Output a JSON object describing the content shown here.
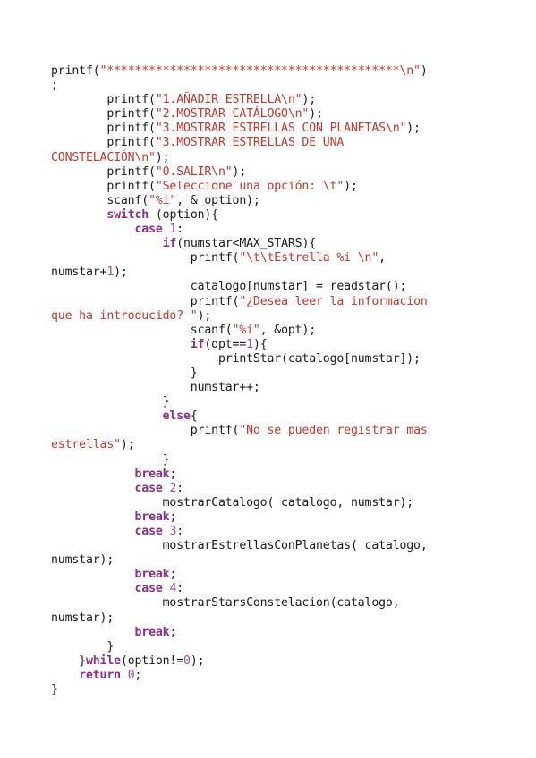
{
  "code_lines": [
    [
      {
        "t": "printf(",
        "c": "plain"
      },
      {
        "t": "\"******************************************\\n\"",
        "c": "str"
      },
      {
        "t": ")",
        "c": "plain"
      }
    ],
    [
      {
        "t": ";",
        "c": "plain"
      }
    ],
    [
      {
        "t": "        printf(",
        "c": "plain"
      },
      {
        "t": "\"1.AÑADIR ESTRELLA\\n\"",
        "c": "str"
      },
      {
        "t": ");",
        "c": "plain"
      }
    ],
    [
      {
        "t": "        printf(",
        "c": "plain"
      },
      {
        "t": "\"2.MOSTRAR CATÁLOGO\\n\"",
        "c": "str"
      },
      {
        "t": ");",
        "c": "plain"
      }
    ],
    [
      {
        "t": "        printf(",
        "c": "plain"
      },
      {
        "t": "\"3.MOSTRAR ESTRELLAS CON PLANETAS\\n\"",
        "c": "str"
      },
      {
        "t": ");",
        "c": "plain"
      }
    ],
    [
      {
        "t": "        printf(",
        "c": "plain"
      },
      {
        "t": "\"3.MOSTRAR ESTRELLAS DE UNA",
        "c": "str"
      }
    ],
    [
      {
        "t": "CONSTELACIÓN\\n\"",
        "c": "str"
      },
      {
        "t": ");",
        "c": "plain"
      }
    ],
    [
      {
        "t": "        printf(",
        "c": "plain"
      },
      {
        "t": "\"0.SALIR\\n\"",
        "c": "str"
      },
      {
        "t": ");",
        "c": "plain"
      }
    ],
    [
      {
        "t": "        printf(",
        "c": "plain"
      },
      {
        "t": "\"Seleccione una opción: \\t\"",
        "c": "str"
      },
      {
        "t": ");",
        "c": "plain"
      }
    ],
    [
      {
        "t": "        scanf(",
        "c": "plain"
      },
      {
        "t": "\"%i\"",
        "c": "str"
      },
      {
        "t": ", & option);",
        "c": "plain"
      }
    ],
    [
      {
        "t": "        ",
        "c": "plain"
      },
      {
        "t": "switch",
        "c": "kw"
      },
      {
        "t": " (option){",
        "c": "plain"
      }
    ],
    [
      {
        "t": "            ",
        "c": "plain"
      },
      {
        "t": "case",
        "c": "kw"
      },
      {
        "t": " ",
        "c": "plain"
      },
      {
        "t": "1",
        "c": "num"
      },
      {
        "t": ":",
        "c": "plain"
      }
    ],
    [
      {
        "t": "                ",
        "c": "plain"
      },
      {
        "t": "if",
        "c": "kw"
      },
      {
        "t": "(numstar<MAX_STARS){",
        "c": "plain"
      }
    ],
    [
      {
        "t": "                    printf(",
        "c": "plain"
      },
      {
        "t": "\"\\t\\tEstrella %i \\n\"",
        "c": "str"
      },
      {
        "t": ",",
        "c": "plain"
      }
    ],
    [
      {
        "t": "numstar+",
        "c": "plain"
      },
      {
        "t": "1",
        "c": "num"
      },
      {
        "t": ");",
        "c": "plain"
      }
    ],
    [
      {
        "t": "                    catalogo[numstar] = readstar();",
        "c": "plain"
      }
    ],
    [
      {
        "t": "                    printf(",
        "c": "plain"
      },
      {
        "t": "\"¿Desea leer la informacion",
        "c": "str"
      }
    ],
    [
      {
        "t": "que ha introducido? \"",
        "c": "str"
      },
      {
        "t": ");",
        "c": "plain"
      }
    ],
    [
      {
        "t": "                    scanf(",
        "c": "plain"
      },
      {
        "t": "\"%i\"",
        "c": "str"
      },
      {
        "t": ", &opt);",
        "c": "plain"
      }
    ],
    [
      {
        "t": "                    ",
        "c": "plain"
      },
      {
        "t": "if",
        "c": "kw"
      },
      {
        "t": "(opt==",
        "c": "plain"
      },
      {
        "t": "1",
        "c": "num"
      },
      {
        "t": "){",
        "c": "plain"
      }
    ],
    [
      {
        "t": "                        printStar(catalogo[numstar]);",
        "c": "plain"
      }
    ],
    [
      {
        "t": "                    }",
        "c": "plain"
      }
    ],
    [
      {
        "t": "                    numstar++;",
        "c": "plain"
      }
    ],
    [
      {
        "t": "                }",
        "c": "plain"
      }
    ],
    [
      {
        "t": "                ",
        "c": "plain"
      },
      {
        "t": "else",
        "c": "kw"
      },
      {
        "t": "{",
        "c": "plain"
      }
    ],
    [
      {
        "t": "                    printf(",
        "c": "plain"
      },
      {
        "t": "\"No se pueden registrar mas",
        "c": "str"
      }
    ],
    [
      {
        "t": "estrellas\"",
        "c": "str"
      },
      {
        "t": ");",
        "c": "plain"
      }
    ],
    [
      {
        "t": "                }",
        "c": "plain"
      }
    ],
    [
      {
        "t": "            ",
        "c": "plain"
      },
      {
        "t": "break",
        "c": "kw"
      },
      {
        "t": ";",
        "c": "plain"
      }
    ],
    [
      {
        "t": "            ",
        "c": "plain"
      },
      {
        "t": "case",
        "c": "kw"
      },
      {
        "t": " ",
        "c": "plain"
      },
      {
        "t": "2",
        "c": "num"
      },
      {
        "t": ":",
        "c": "plain"
      }
    ],
    [
      {
        "t": "                mostrarCatalogo( catalogo, numstar);",
        "c": "plain"
      }
    ],
    [
      {
        "t": "            ",
        "c": "plain"
      },
      {
        "t": "break",
        "c": "kw"
      },
      {
        "t": ";",
        "c": "plain"
      }
    ],
    [
      {
        "t": "            ",
        "c": "plain"
      },
      {
        "t": "case",
        "c": "kw"
      },
      {
        "t": " ",
        "c": "plain"
      },
      {
        "t": "3",
        "c": "num"
      },
      {
        "t": ":",
        "c": "plain"
      }
    ],
    [
      {
        "t": "                mostrarEstrellasConPlanetas( catalogo,",
        "c": "plain"
      }
    ],
    [
      {
        "t": "numstar);",
        "c": "plain"
      }
    ],
    [
      {
        "t": "            ",
        "c": "plain"
      },
      {
        "t": "break",
        "c": "kw"
      },
      {
        "t": ";",
        "c": "plain"
      }
    ],
    [
      {
        "t": "            ",
        "c": "plain"
      },
      {
        "t": "case",
        "c": "kw"
      },
      {
        "t": " ",
        "c": "plain"
      },
      {
        "t": "4",
        "c": "num"
      },
      {
        "t": ":",
        "c": "plain"
      }
    ],
    [
      {
        "t": "                mostrarStarsConstelacion(catalogo,",
        "c": "plain"
      }
    ],
    [
      {
        "t": "numstar);",
        "c": "plain"
      }
    ],
    [
      {
        "t": "            ",
        "c": "plain"
      },
      {
        "t": "break",
        "c": "kw"
      },
      {
        "t": ";",
        "c": "plain"
      }
    ],
    [
      {
        "t": "        }",
        "c": "plain"
      }
    ],
    [
      {
        "t": "    }",
        "c": "plain"
      },
      {
        "t": "while",
        "c": "kw"
      },
      {
        "t": "(option!=",
        "c": "plain"
      },
      {
        "t": "0",
        "c": "num"
      },
      {
        "t": ");",
        "c": "plain"
      }
    ],
    [
      {
        "t": "    ",
        "c": "plain"
      },
      {
        "t": "return",
        "c": "kw"
      },
      {
        "t": " ",
        "c": "plain"
      },
      {
        "t": "0",
        "c": "num"
      },
      {
        "t": ";",
        "c": "plain"
      }
    ],
    [
      {
        "t": "}",
        "c": "plain"
      }
    ]
  ],
  "colors": {
    "text": "#1a1a1a",
    "string": "#c8372d",
    "keyword": "#8b2e8b",
    "number": "#9b4ba0",
    "background": "#ffffff"
  }
}
